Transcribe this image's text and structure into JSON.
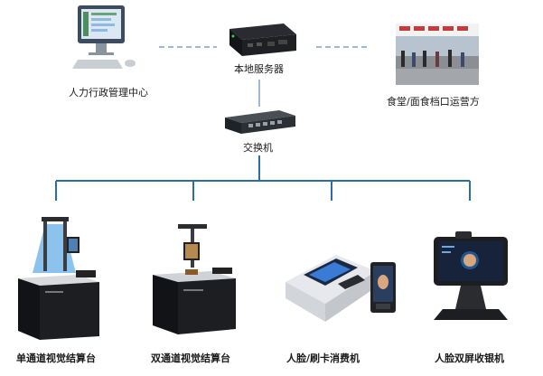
{
  "nodes": {
    "hr_center": {
      "label": "人力行政管理中心",
      "icon": "desktop-computer-icon"
    },
    "local_server": {
      "label": "本地服务器",
      "icon": "server-box-icon"
    },
    "canteen_operator": {
      "label": "食堂/面食档口运营方",
      "icon": "canteen-photo"
    },
    "switch": {
      "label": "交换机",
      "icon": "network-switch-icon"
    },
    "single_channel": {
      "label": "单通道视觉结算台",
      "icon": "single-channel-kiosk"
    },
    "dual_channel": {
      "label": "双通道视觉结算台",
      "icon": "dual-channel-kiosk"
    },
    "face_card_pos": {
      "label": "人脸/刷卡消费机",
      "icon": "face-card-pos"
    },
    "face_cashier": {
      "label": "人脸双屏收银机",
      "icon": "face-dual-screen-cashier"
    }
  },
  "colors": {
    "line_main": "#2e6da4",
    "line_dashed": "#9fb9d3",
    "device_dark": "#1d1e22",
    "beam_blue": "#2c8fe0"
  }
}
